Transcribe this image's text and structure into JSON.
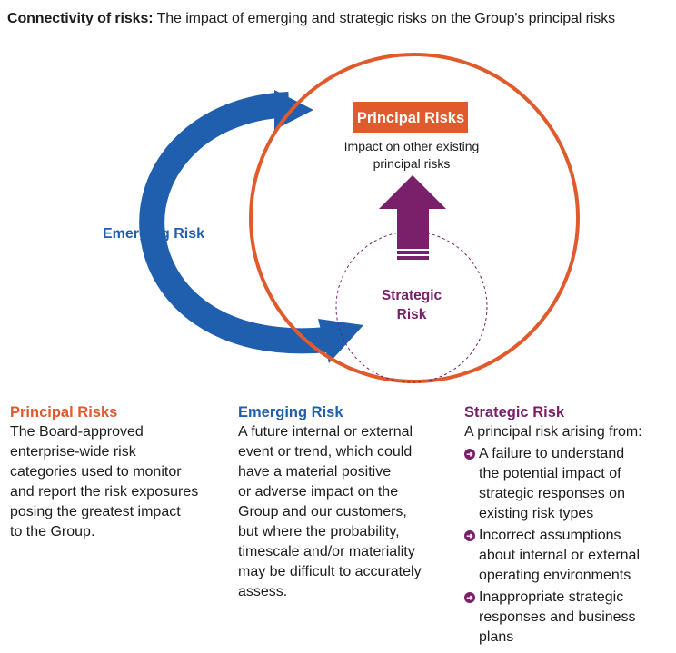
{
  "header": {
    "title_bold": "Connectivity of risks:",
    "title_rest": " The impact of emerging and strategic risks on the Group's principal risks"
  },
  "diagram": {
    "principal_box": "Principal Risks",
    "principal_impact_line1": "Impact on other existing",
    "principal_impact_line2": "principal risks",
    "emerging_label": "Emerging Risk",
    "strategic_line1": "Strategic",
    "strategic_line2": "Risk"
  },
  "columns": {
    "principal": {
      "heading": "Principal Risks",
      "lines": [
        "The Board-approved",
        "enterprise-wide risk",
        "categories used to monitor",
        "and report the risk exposures",
        "posing the greatest impact",
        "to the Group."
      ]
    },
    "emerging": {
      "heading": "Emerging Risk",
      "lines": [
        "A future internal or external",
        "event or trend, which could",
        "have a material positive",
        "or adverse impact on the",
        "Group and our customers,",
        "but where the probability,",
        "timescale and/or materiality",
        "may be difficult to accurately",
        "assess."
      ]
    },
    "strategic": {
      "heading": "Strategic Risk",
      "intro": "A principal risk arising from:",
      "bullets": [
        [
          "A failure to understand",
          "the potential impact of",
          "strategic responses on",
          "existing risk types"
        ],
        [
          "Incorrect assumptions",
          "about internal or external",
          "operating environments"
        ],
        [
          "Inappropriate strategic",
          "responses and business",
          "plans"
        ]
      ]
    }
  },
  "colors": {
    "orange": "#e05a2b",
    "blue": "#1f5fae",
    "purple": "#7a1f6a",
    "text": "#1d1d1d"
  },
  "icons": {
    "bullet": "arrow-right-circle-icon"
  }
}
